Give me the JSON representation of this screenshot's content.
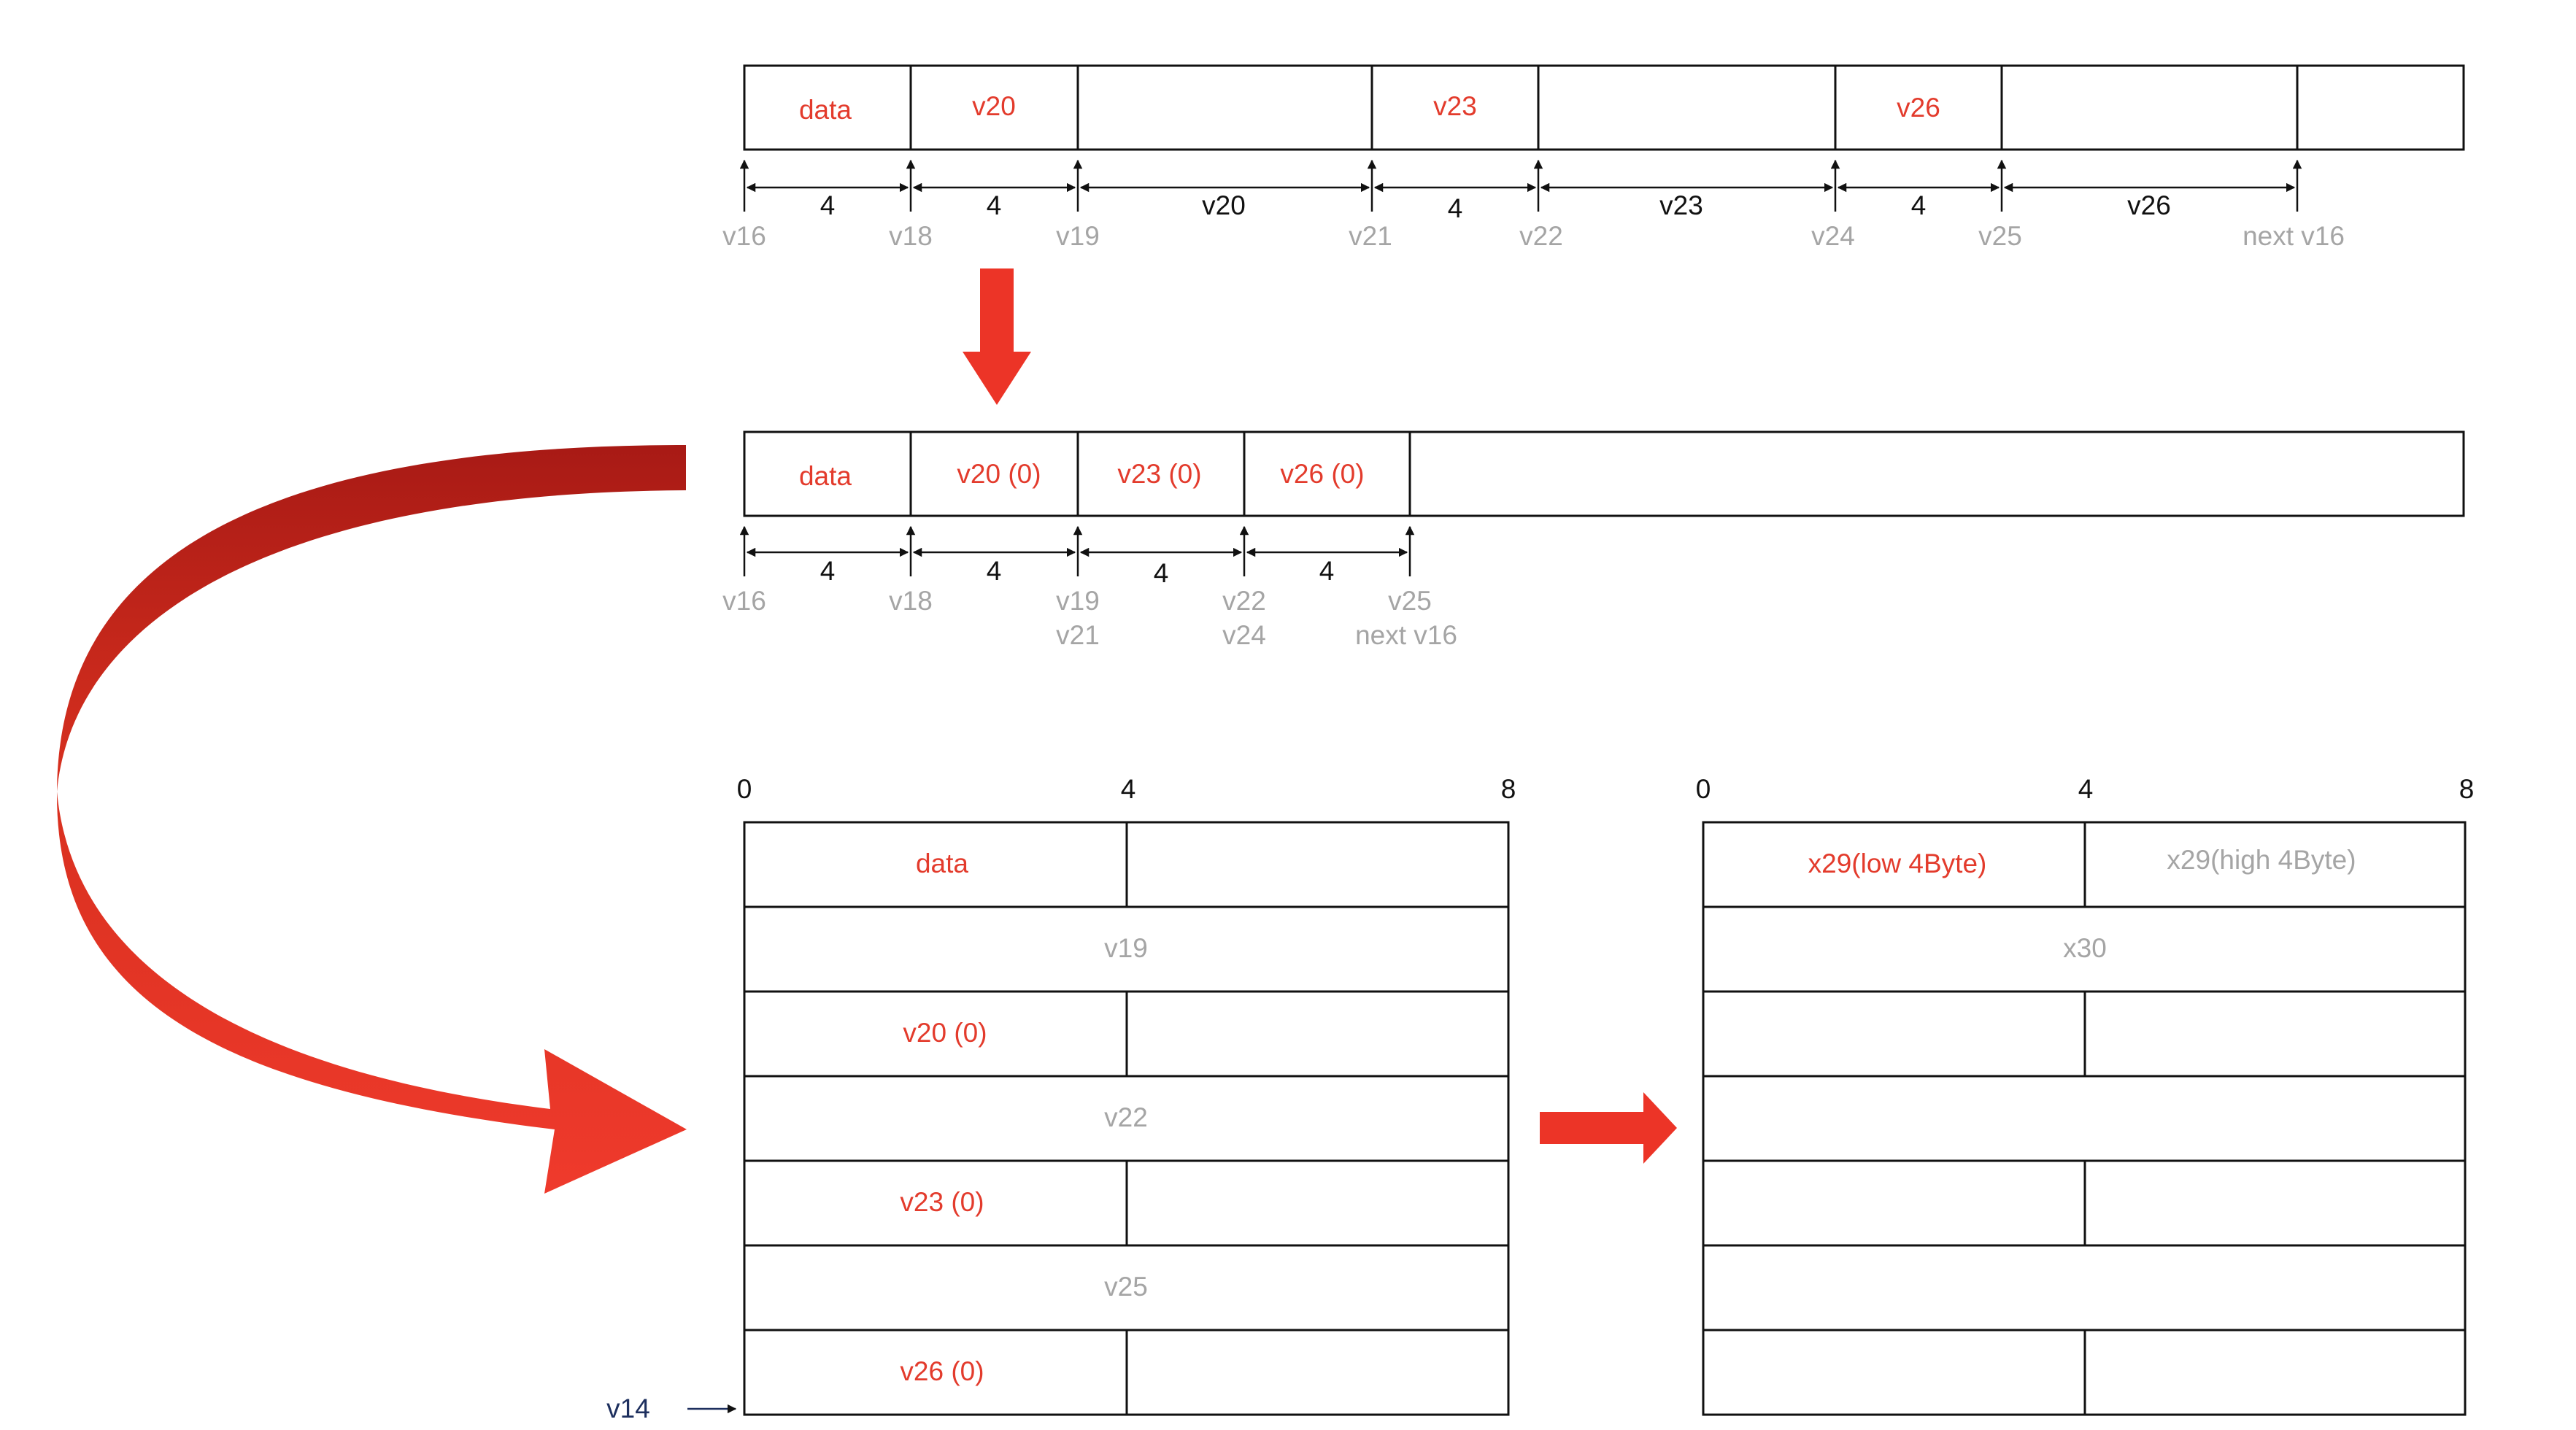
{
  "top_row": {
    "cells": [
      "data",
      "v20",
      "",
      "v23",
      "",
      "v26",
      "",
      ""
    ],
    "sizes": [
      "4",
      "4",
      "v20",
      "4",
      "v23",
      "4",
      "v26"
    ],
    "markers": [
      "v16",
      "v18",
      "v19",
      "v21",
      "v22",
      "v24",
      "v25",
      "next v16"
    ]
  },
  "second_row": {
    "cells": [
      "data",
      "v20 (0)",
      "v23 (0)",
      "v26 (0)",
      ""
    ],
    "sizes": [
      "4",
      "4",
      "4",
      "4"
    ],
    "markers": [
      "v16",
      "v18",
      "v19",
      "v22",
      "v25"
    ],
    "markers_second_line": [
      "v21",
      "v24",
      "next v16"
    ]
  },
  "left_table": {
    "axis": [
      "0",
      "4",
      "8"
    ],
    "rows": [
      "data",
      "v19",
      "v20 (0)",
      "v22",
      "v23 (0)",
      "v25",
      "v26 (0)"
    ],
    "pointer_label": "v14"
  },
  "right_table": {
    "axis": [
      "0",
      "4",
      "8"
    ],
    "row0_left": "x29(low 4Byte)",
    "row0_right": "x29(high 4Byte)",
    "row1": "x30"
  },
  "colors": {
    "accent_red": "#e33b2c",
    "curve_dark_red": "#a81a15",
    "muted_gray": "#a5a5a5",
    "pointer_navy": "#1d2f5e",
    "line_black": "#111111"
  }
}
